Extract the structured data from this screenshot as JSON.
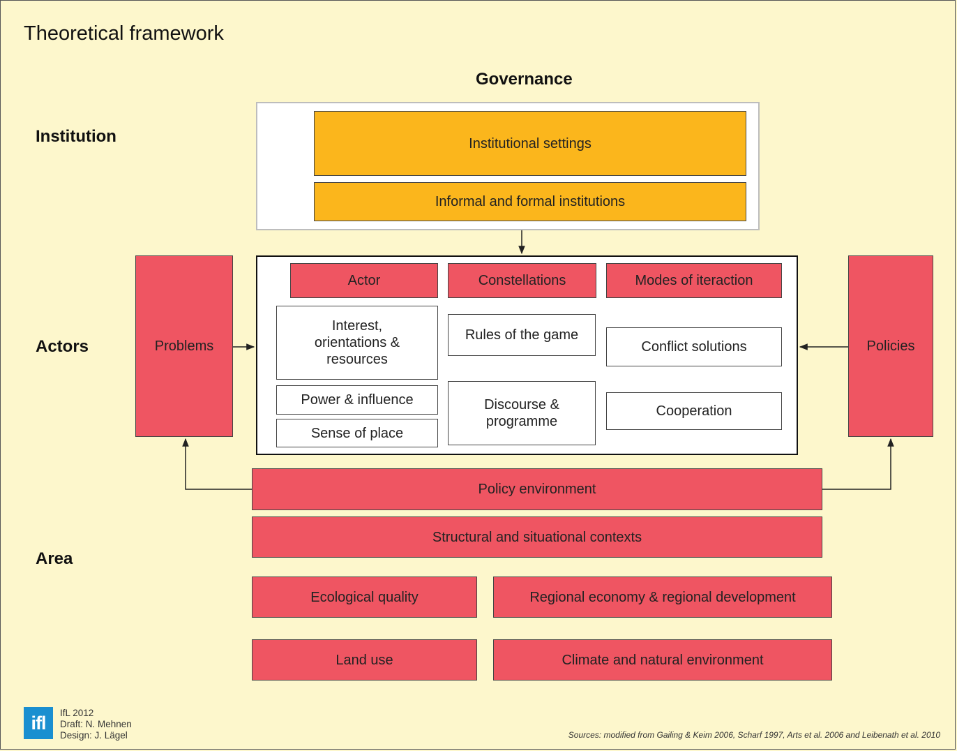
{
  "title": "Theoretical framework",
  "headings": {
    "governance": "Governance",
    "institution": "Institution",
    "actors": "Actors",
    "area": "Area"
  },
  "institution_boxes": {
    "settings": "Institutional settings",
    "informal_formal": "Informal and formal institutions"
  },
  "actor_box": {
    "col_headers": [
      "Actor",
      "Constellations",
      "Modes of iteraction"
    ],
    "interest": "Interest, orientations & resources",
    "power": "Power & influence",
    "sense": "Sense of place",
    "rules": "Rules of the game",
    "discourse": "Discourse & programme",
    "conflict": "Conflict solutions",
    "cooperation": "Cooperation"
  },
  "side_boxes": {
    "problems": "Problems",
    "policies": "Policies"
  },
  "area_boxes": {
    "policy_env": "Policy environment",
    "structural": "Structural and situational contexts",
    "ecological": "Ecological quality",
    "regional": "Regional economy & regional development",
    "land_use": "Land use",
    "climate": "Climate and natural environment"
  },
  "footer": {
    "logo_text": "ifl",
    "year": "IfL 2012",
    "draft": "Draft: N. Mehnen",
    "design": "Design: J. Lägel",
    "sources": "Sources: modified from Gailing & Keim 2006, Scharf 1997, Arts et al. 2006 and Leibenath et al. 2010"
  },
  "colors": {
    "background": "#fdf7cc",
    "orange": "#fbb61c",
    "red": "#ef5562",
    "logo_blue": "#1a8fd0"
  }
}
